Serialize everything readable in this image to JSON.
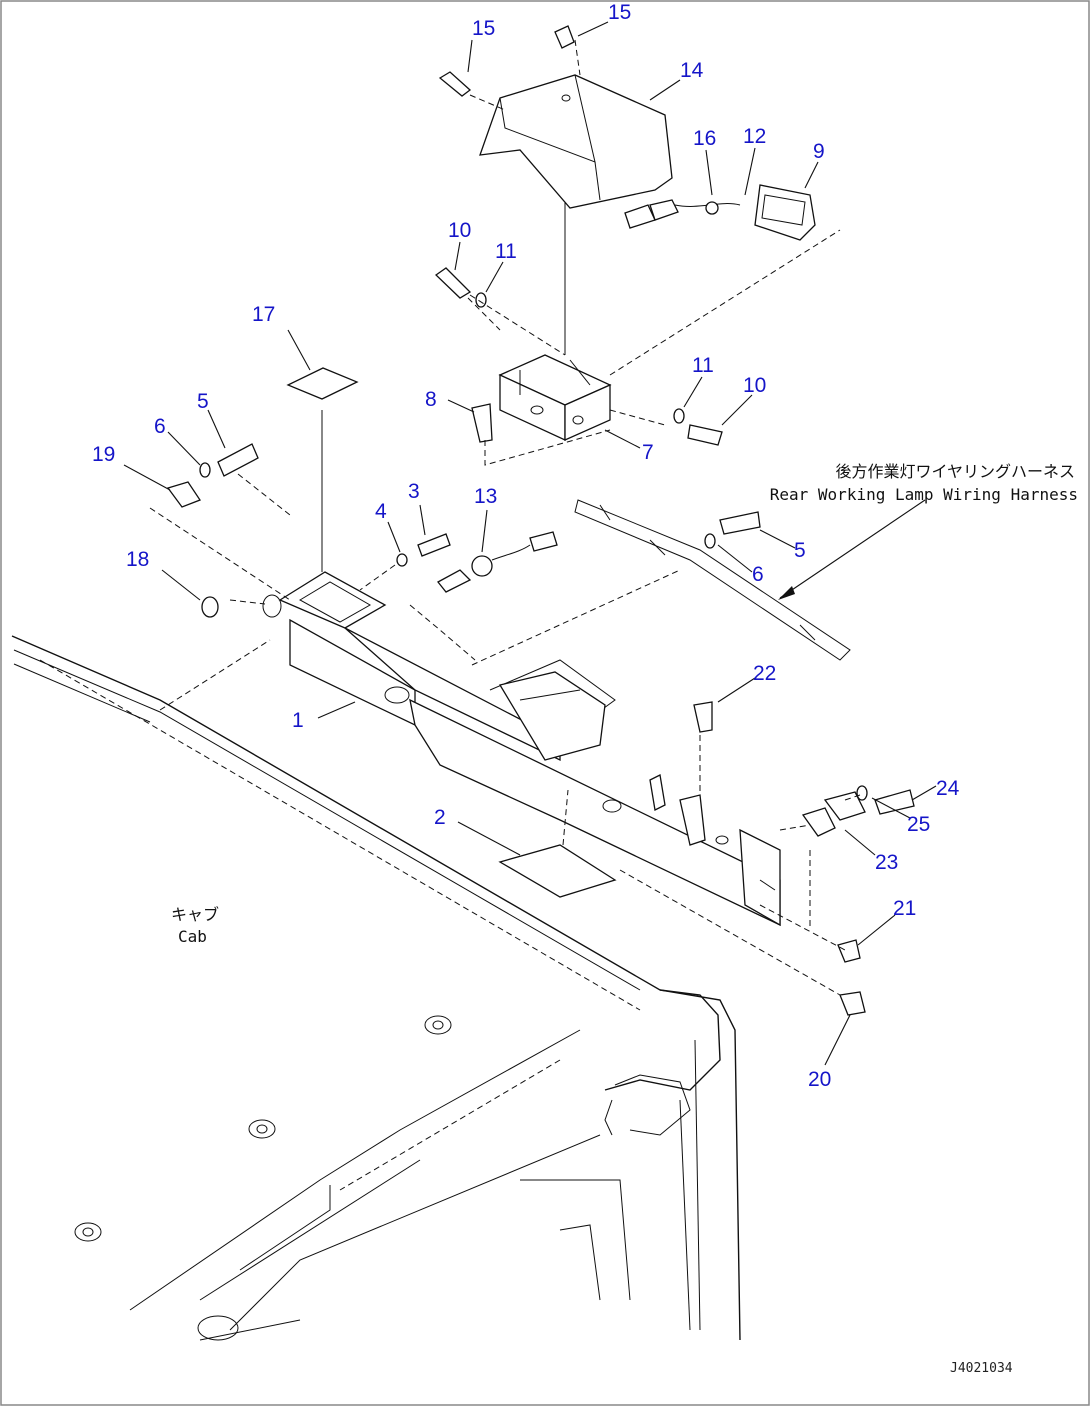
{
  "callouts": [
    "15",
    "15",
    "14",
    "16",
    "12",
    "9",
    "10",
    "11",
    "17",
    "11",
    "10",
    "8",
    "7",
    "5",
    "6",
    "19",
    "3",
    "13",
    "4",
    "18",
    "1",
    "22",
    "2",
    "24",
    "25",
    "23",
    "21",
    "20",
    "5",
    "6"
  ],
  "annotations": {
    "harness_ja": "後方作業灯ワイヤリングハーネス",
    "harness_en": "Rear Working Lamp Wiring Harness",
    "cab_ja": "キャブ",
    "cab_en": "Cab"
  },
  "drawing_number": "J4021034",
  "colors": {
    "callout": "#1515c8",
    "line": "#111111",
    "frame": "#888888"
  }
}
